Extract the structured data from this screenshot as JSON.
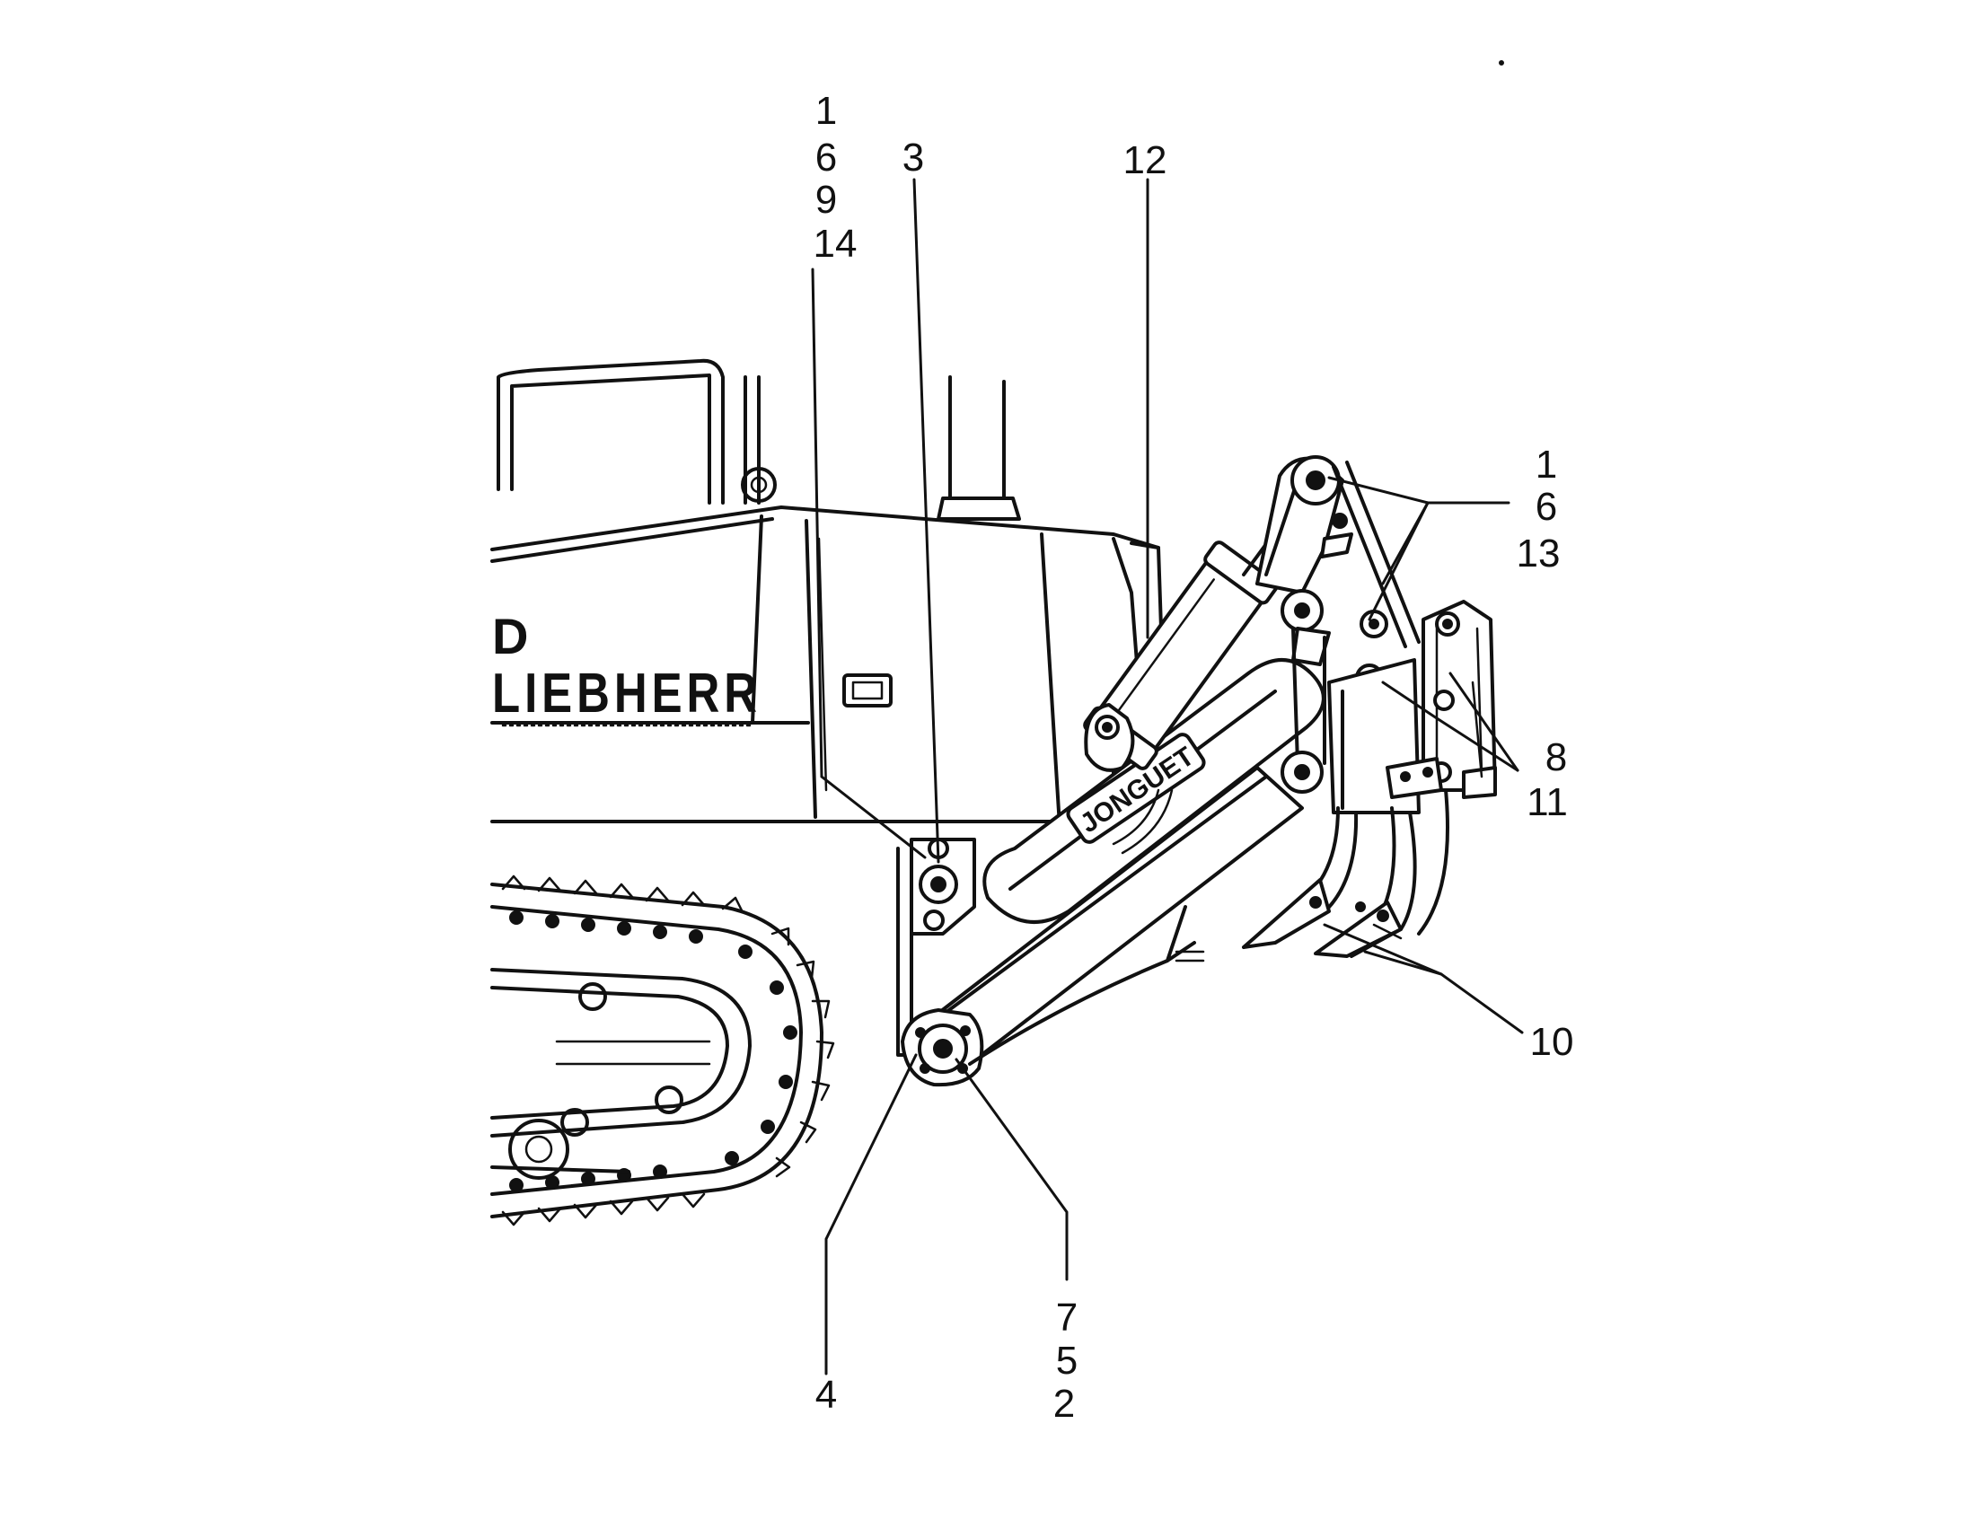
{
  "callouts": {
    "top_left_stack": [
      "1",
      "6",
      "9",
      "14"
    ],
    "top_3": "3",
    "top_12": "12",
    "right_upper_stack": [
      "1",
      "6",
      "13"
    ],
    "right_middle_stack": [
      "8",
      "11"
    ],
    "right_10": "10",
    "bottom_4": "4",
    "bottom_stack": [
      "7",
      "5",
      "2"
    ]
  },
  "labels": {
    "machine_brand": "LIEBHERR",
    "model_fragment": "D",
    "attachment_brand": "JONGUET"
  },
  "colors": {
    "ink": "#111111",
    "background": "#ffffff"
  }
}
